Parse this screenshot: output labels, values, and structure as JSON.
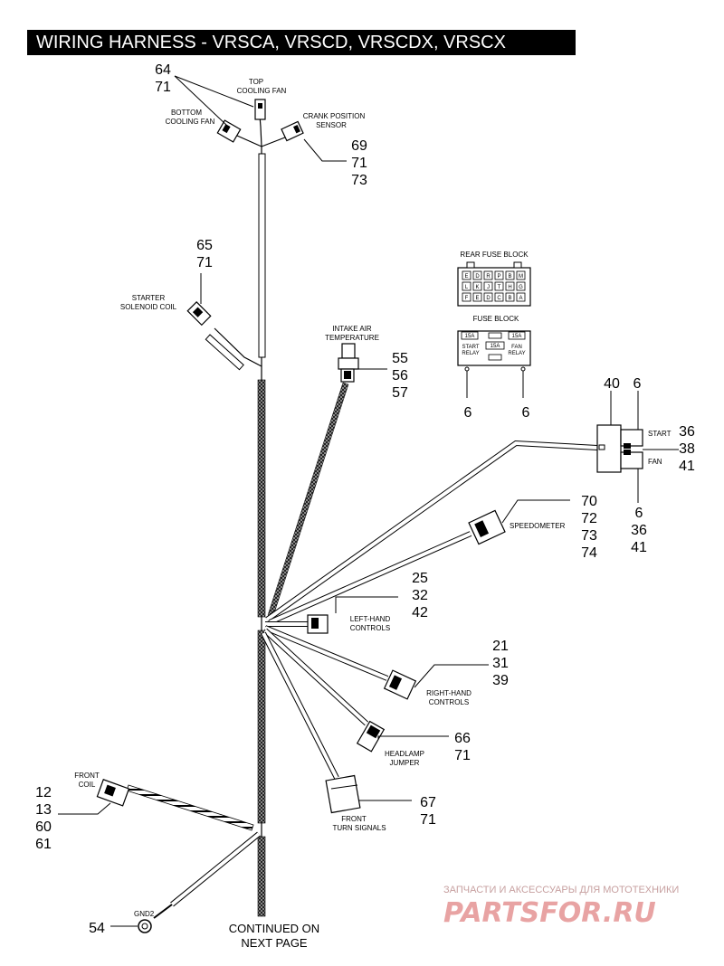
{
  "title": "WIRING HARNESS - VRSCA, VRSCD, VRSCDX, VRSCX",
  "labels": {
    "top_cooling_fan": [
      "TOP",
      "COOLING FAN"
    ],
    "bottom_cooling_fan": [
      "BOTTOM",
      "COOLING FAN"
    ],
    "crank_position_sensor": [
      "CRANK POSITION",
      "SENSOR"
    ],
    "starter_solenoid_coil": [
      "STARTER",
      "SOLENOID COIL"
    ],
    "intake_air_temperature": [
      "INTAKE AIR",
      "TEMPERATURE"
    ],
    "rear_fuse_block": "REAR  FUSE  BLOCK",
    "fuse_block": "FUSE BLOCK",
    "start": "START",
    "fan": "FAN",
    "speedometer": "SPEEDOMETER",
    "left_hand_controls": [
      "LEFT-HAND",
      "CONTROLS"
    ],
    "right_hand_controls": [
      "RIGHT-HAND",
      "CONTROLS"
    ],
    "headlamp_jumper": [
      "HEADLAMP",
      "JUMPER"
    ],
    "front_turn_signals": [
      "FRONT",
      "TURN SIGNALS"
    ],
    "front_coil": [
      "FRONT",
      "COIL"
    ],
    "gnd2": "GND2",
    "continued": [
      "CONTINUED ON",
      "NEXT PAGE"
    ]
  },
  "fuse_block_text": {
    "fuse_15a": "15A",
    "start_relay": [
      "START",
      "RELAY"
    ],
    "fan_relay": [
      "FAN",
      "RELAY"
    ],
    "rear_row1": [
      "E",
      "D",
      "R",
      "P",
      "B",
      "M"
    ],
    "rear_row2": [
      "L",
      "K",
      "J",
      "T",
      "H",
      "G"
    ],
    "rear_row3": [
      "F",
      "E",
      "D",
      "C",
      "B",
      "A"
    ]
  },
  "callouts": {
    "fans": [
      "64",
      "71"
    ],
    "crank": [
      "69",
      "71",
      "73"
    ],
    "starter": [
      "65",
      "71"
    ],
    "intake": [
      "55",
      "56",
      "57"
    ],
    "fuse_left": "6",
    "fuse_right": "6",
    "relay_top_left": "40",
    "relay_top_right": "6",
    "relay_right": [
      "36",
      "38",
      "41"
    ],
    "relay_bottom": [
      "6",
      "36",
      "41"
    ],
    "speedometer": [
      "70",
      "72",
      "73",
      "74"
    ],
    "left_hand": [
      "25",
      "32",
      "42"
    ],
    "right_hand": [
      "21",
      "31",
      "39"
    ],
    "headlamp": [
      "66",
      "71"
    ],
    "turn_signals": [
      "67",
      "71"
    ],
    "front_coil": [
      "12",
      "13",
      "60",
      "61"
    ],
    "gnd": "54"
  },
  "watermark": {
    "line1": "ЗАПЧАСТИ И АКСЕССУАРЫ ДЛЯ МОТОТЕХНИКИ",
    "line2": "PARTSFOR.RU"
  }
}
